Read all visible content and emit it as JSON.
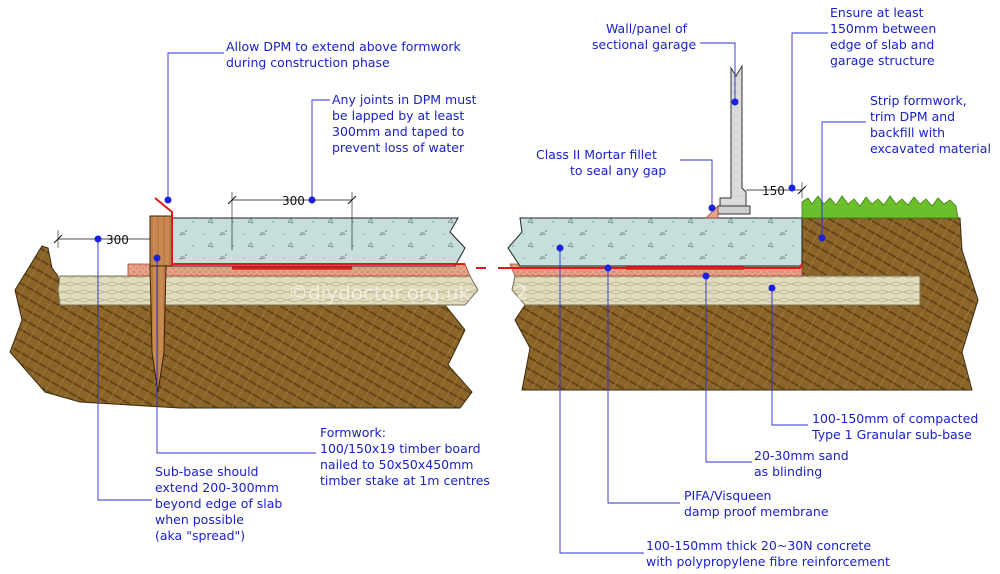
{
  "annotations": {
    "allow_dpm": [
      "Allow DPM to extend above formwork",
      "during construction phase"
    ],
    "dpm_joints": [
      "Any joints in DPM must",
      "be lapped by at least",
      "300mm and taped to",
      "prevent loss of water"
    ],
    "wall_panel": [
      "Wall/panel of",
      "sectional garage"
    ],
    "ensure_150": [
      "Ensure at least",
      "150mm between",
      "edge of slab and",
      "garage structure"
    ],
    "strip_formwork": [
      "Strip formwork,",
      "trim DPM and",
      "backfill with",
      "excavated material"
    ],
    "mortar_fillet": [
      "Class II Mortar fillet",
      "to seal any gap"
    ],
    "subbase_compacted": [
      "100-150mm of compacted",
      "Type 1 Granular sub-base"
    ],
    "sand_blinding": [
      "20-30mm sand",
      "as blinding"
    ],
    "membrane": [
      "PIFA/Visqueen",
      "damp proof membrane"
    ],
    "concrete": [
      "100-150mm thick 20~30N concrete",
      "with polypropylene fibre reinforcement"
    ],
    "formwork": [
      "Formwork:",
      "100/150x19 timber board",
      "nailed to 50x50x450mm",
      "timber stake at 1m centres"
    ],
    "subbase_extend": [
      "Sub-base should",
      "extend 200-300mm",
      "beyond edge of slab",
      "when possible",
      "(aka \"spread\")"
    ]
  },
  "dimensions": {
    "dpm_overlap": "300",
    "subbase_spread": "300",
    "wall_clearance": "150"
  },
  "watermark": "©diydoctor.org.uk 2012",
  "colors": {
    "label_text": "#1a22c8",
    "concrete": "#c6dfdd",
    "sand": "#e8a088",
    "subbase": "#e2dcbe",
    "soil": "#8a6428",
    "timber": "#c98a52",
    "dpm": "#e01818",
    "grass": "#6abf2a",
    "wall": "#dcdcdc"
  }
}
